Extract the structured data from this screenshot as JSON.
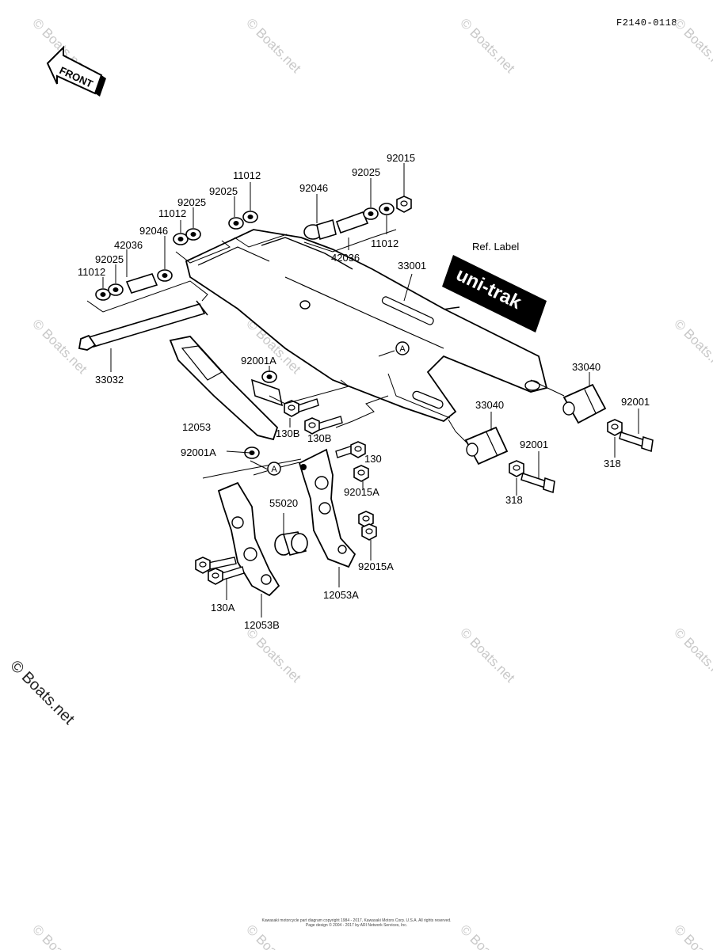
{
  "diagram_code": "F2140-0118",
  "front_label": "FRONT",
  "ref_label_caption": "Ref.  Label",
  "ref_label_text": "uni-trak",
  "watermark_text": "© Boats.net",
  "copyright_lines": [
    "Kawasaki motorcycle part diagram copyright 1984 - 2017, Kawasaki Motors Corp. U.S.A. All rights reserved.",
    "Page design © 2004 - 2017 by ARI Network Services, Inc."
  ],
  "callout_a": "A",
  "parts": {
    "p92015_top": "92015",
    "p92025_r": "92025",
    "p92046_r": "92046",
    "p11012_top": "11012",
    "p92025_t1": "92025",
    "p92025_t2": "92025",
    "p11012_l2": "11012",
    "p92046_l": "92046",
    "p42036_l": "42036",
    "p92025_l": "92025",
    "p11012_l": "11012",
    "p11012_r": "11012",
    "p42036_r": "42036",
    "p33001": "33001",
    "p33032": "33032",
    "p92001A_1": "92001A",
    "p33040_r": "33040",
    "p92001_r": "92001",
    "p318_r": "318",
    "p33040_m": "33040",
    "p92001_m": "92001",
    "p318_m": "318",
    "p12053": "12053",
    "p130B_1": "130B",
    "p130B_2": "130B",
    "p92001A_2": "92001A",
    "p130": "130",
    "p92015A_1": "92015A",
    "p55020": "55020",
    "p92015A_2": "92015A",
    "p130A": "130A",
    "p12053A": "12053A",
    "p12053B": "12053B"
  }
}
